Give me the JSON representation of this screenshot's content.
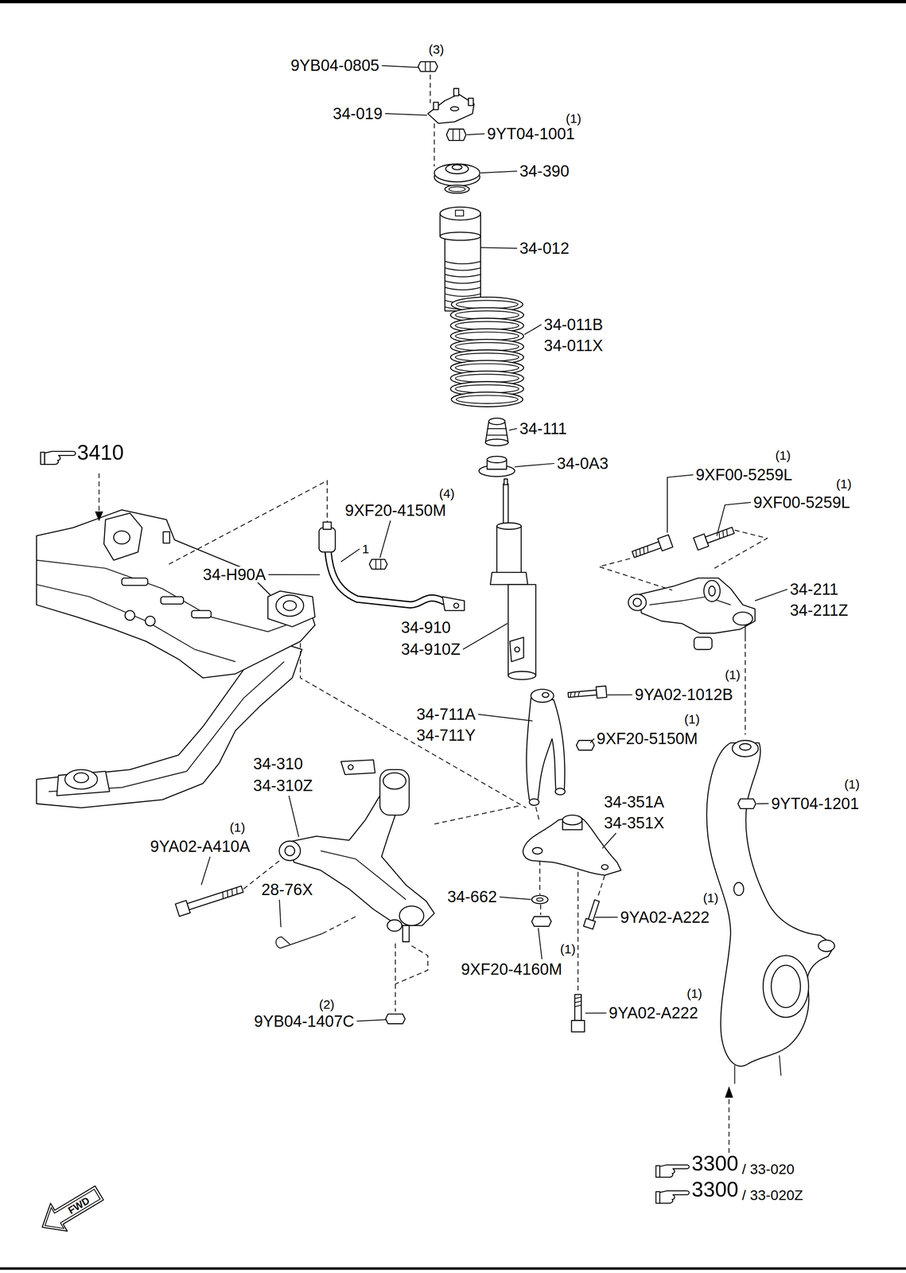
{
  "diagram": {
    "labels": [
      "(3)",
      "9YB04-0805",
      "34-019",
      "(1)",
      "9YT04-1001",
      "34-390",
      "34-012",
      "34-011B",
      "34-011X",
      "34-111",
      "3410",
      "34-0A3",
      "(1)",
      "9XF00-5259L",
      "(1)",
      "9XF00-5259L",
      "(4)",
      "9XF20-4150M",
      "1",
      "34-H90A",
      "34-910",
      "34-910Z",
      "34-211",
      "34-211Z",
      "(1)",
      "9YA02-1012B",
      "34-711A",
      "34-711Y",
      "(1)",
      "9XF20-5150M",
      "34-310",
      "34-310Z",
      "(1)",
      "9YT04-1201",
      "34-351A",
      "34-351X",
      "(1)",
      "9YA02-A410A",
      "28-76X",
      "34-662",
      "(1)",
      "9YA02-A222",
      "(1)",
      "9XF20-4160M",
      "(1)",
      "9YA02-A222",
      "(2)",
      "9YB04-1407C",
      "3300",
      "/ 33-020",
      "3300",
      "/ 33-020Z",
      "FWD"
    ]
  }
}
